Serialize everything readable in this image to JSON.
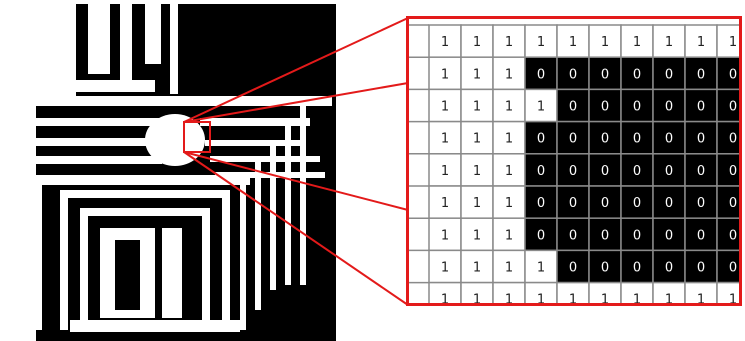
{
  "palette": {
    "foreground": "#ffffff",
    "background": "#000000",
    "highlight": "#e31a1a",
    "grid_line": "#8a8a8a"
  },
  "pixel_grid": {
    "rows": [
      [
        "1",
        "1",
        "1",
        "1",
        "1",
        "1",
        "1",
        "1",
        "1",
        "1"
      ],
      [
        "1",
        "1",
        "1",
        "0",
        "0",
        "0",
        "0",
        "0",
        "0",
        "0"
      ],
      [
        "1",
        "1",
        "1",
        "1",
        "0",
        "0",
        "0",
        "0",
        "0",
        "0"
      ],
      [
        "1",
        "1",
        "1",
        "0",
        "0",
        "0",
        "0",
        "0",
        "0",
        "0"
      ],
      [
        "1",
        "1",
        "1",
        "0",
        "0",
        "0",
        "0",
        "0",
        "0",
        "0"
      ],
      [
        "1",
        "1",
        "1",
        "0",
        "0",
        "0",
        "0",
        "0",
        "0",
        "0"
      ],
      [
        "1",
        "1",
        "1",
        "0",
        "0",
        "0",
        "0",
        "0",
        "0",
        "0"
      ],
      [
        "1",
        "1",
        "1",
        "1",
        "0",
        "0",
        "0",
        "0",
        "0",
        "0"
      ],
      [
        "1",
        "1",
        "1",
        "1",
        "1",
        "1",
        "1",
        "1",
        "1",
        "1"
      ]
    ]
  }
}
